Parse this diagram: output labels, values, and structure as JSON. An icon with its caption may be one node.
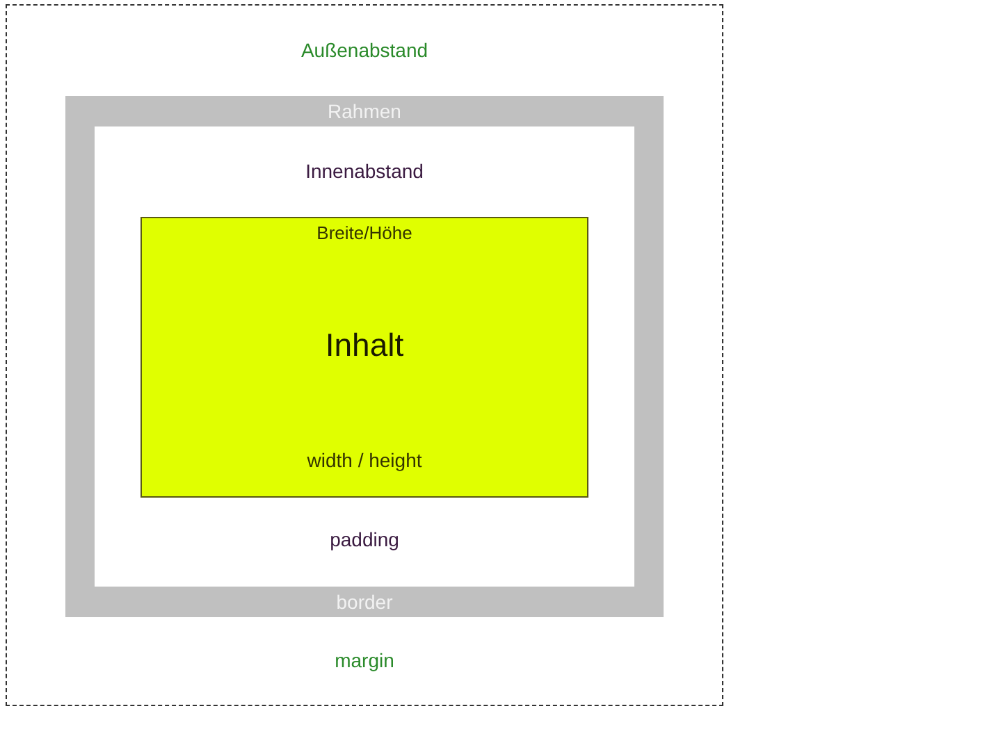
{
  "diagram": {
    "nodes": [
      {
        "text": [
          "Außenabstand",
          "margin"
        ]
      },
      {
        "text": [
          "Rahmen",
          "border"
        ],
        "in": 0
      },
      {
        "text": [
          "Innenabstand",
          "padding"
        ],
        "in": 1
      },
      {
        "text": [
          "Breite/Höhe",
          "Inhalt",
          "width / height"
        ],
        "in": 2
      }
    ]
  }
}
